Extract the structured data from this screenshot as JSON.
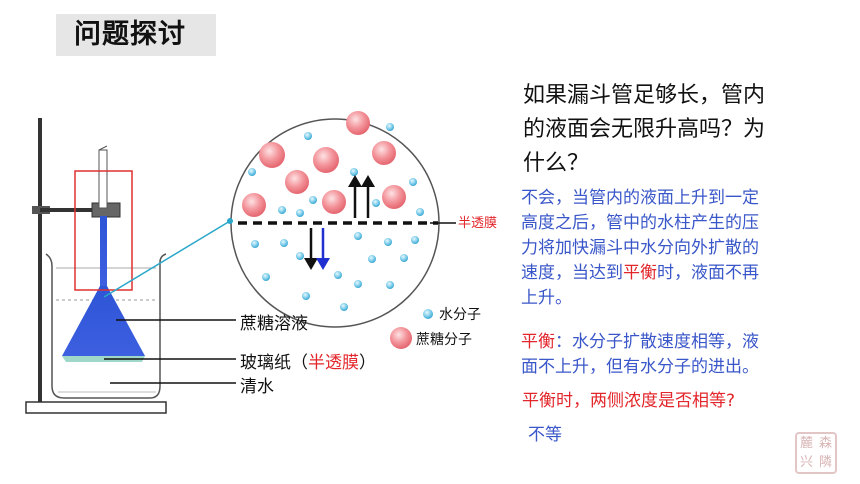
{
  "title": "问题探讨",
  "question": {
    "line1": "如果漏斗管足够长，管内",
    "line2": "的液面会无限升高吗？为",
    "line3": "什么？"
  },
  "answer": {
    "line1": "不会，当管内的液面上升到一定",
    "line2": "高度之后，管中的水柱产生的压",
    "line3": "力将加快漏斗中水分向外扩散的",
    "line4_a": "速度，当达到",
    "line4_b": "平衡",
    "line4_c": "时，液面不再",
    "line5": "上升。"
  },
  "balance": {
    "label": "平衡",
    "text1": "：水分子扩散速度相等，液",
    "text2": "面不上升，但有水分子的进出。"
  },
  "question2": "平衡时，两侧浓度是否相等?",
  "answer2": "不等",
  "labels": {
    "sucrose_solution": "蔗糖溶液",
    "cellophane_a": "玻璃纸（",
    "cellophane_b": "半透膜",
    "cellophane_c": "）",
    "clear_water": "清水",
    "membrane": "半透膜",
    "water_molecule": "水分子",
    "sucrose_molecule": "蔗糖分子"
  },
  "seal_chars": [
    "森",
    "麓",
    "隣",
    "兴"
  ],
  "colors": {
    "answer_blue": "#3a57c9",
    "highlight_red": "#e3262b",
    "funnel_blue": "#2d55d6",
    "sucrose_pink": "#f07f86",
    "water_dot": "#5bbde0",
    "zoom_box": "#e03030"
  }
}
